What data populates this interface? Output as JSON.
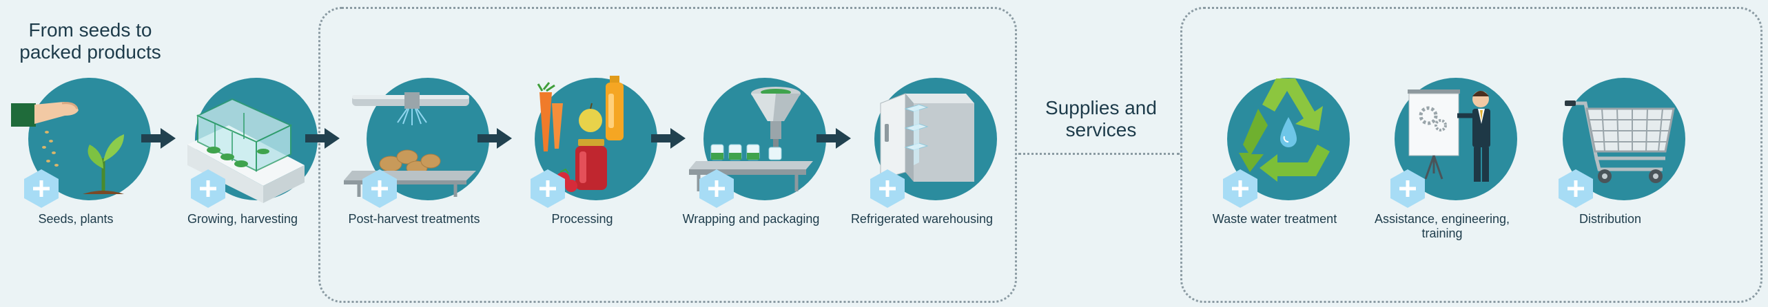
{
  "headings": {
    "main_title": "From seeds to packed products",
    "services_title": "Supplies and services"
  },
  "colors": {
    "background": "#ebf3f5",
    "circle": "#2b8c9e",
    "hexagon": "#a7dcf5",
    "arrow": "#21414f",
    "text": "#1d3b4a",
    "dotted_border": "#8a9aa2"
  },
  "steps": [
    {
      "label": "Seeds, plants",
      "icon": "seeds-plants-icon"
    },
    {
      "label": "Growing, harvesting",
      "icon": "greenhouse-icon"
    },
    {
      "label": "Post-harvest treatments",
      "icon": "washing-potatoes-icon"
    },
    {
      "label": "Processing",
      "icon": "fruit-vegetables-jar-icon"
    },
    {
      "label": "Wrapping and packaging",
      "icon": "packaging-machine-icon"
    },
    {
      "label": "Refrigerated warehousing",
      "icon": "cold-storage-icon"
    }
  ],
  "services": [
    {
      "label": "Waste water treatment",
      "icon": "recycle-water-icon"
    },
    {
      "label": "Assistance, engineering, training",
      "icon": "presenter-board-icon"
    },
    {
      "label": "Distribution",
      "icon": "shopping-cart-icon"
    }
  ],
  "expand_icon": "plus-hexagon-icon"
}
